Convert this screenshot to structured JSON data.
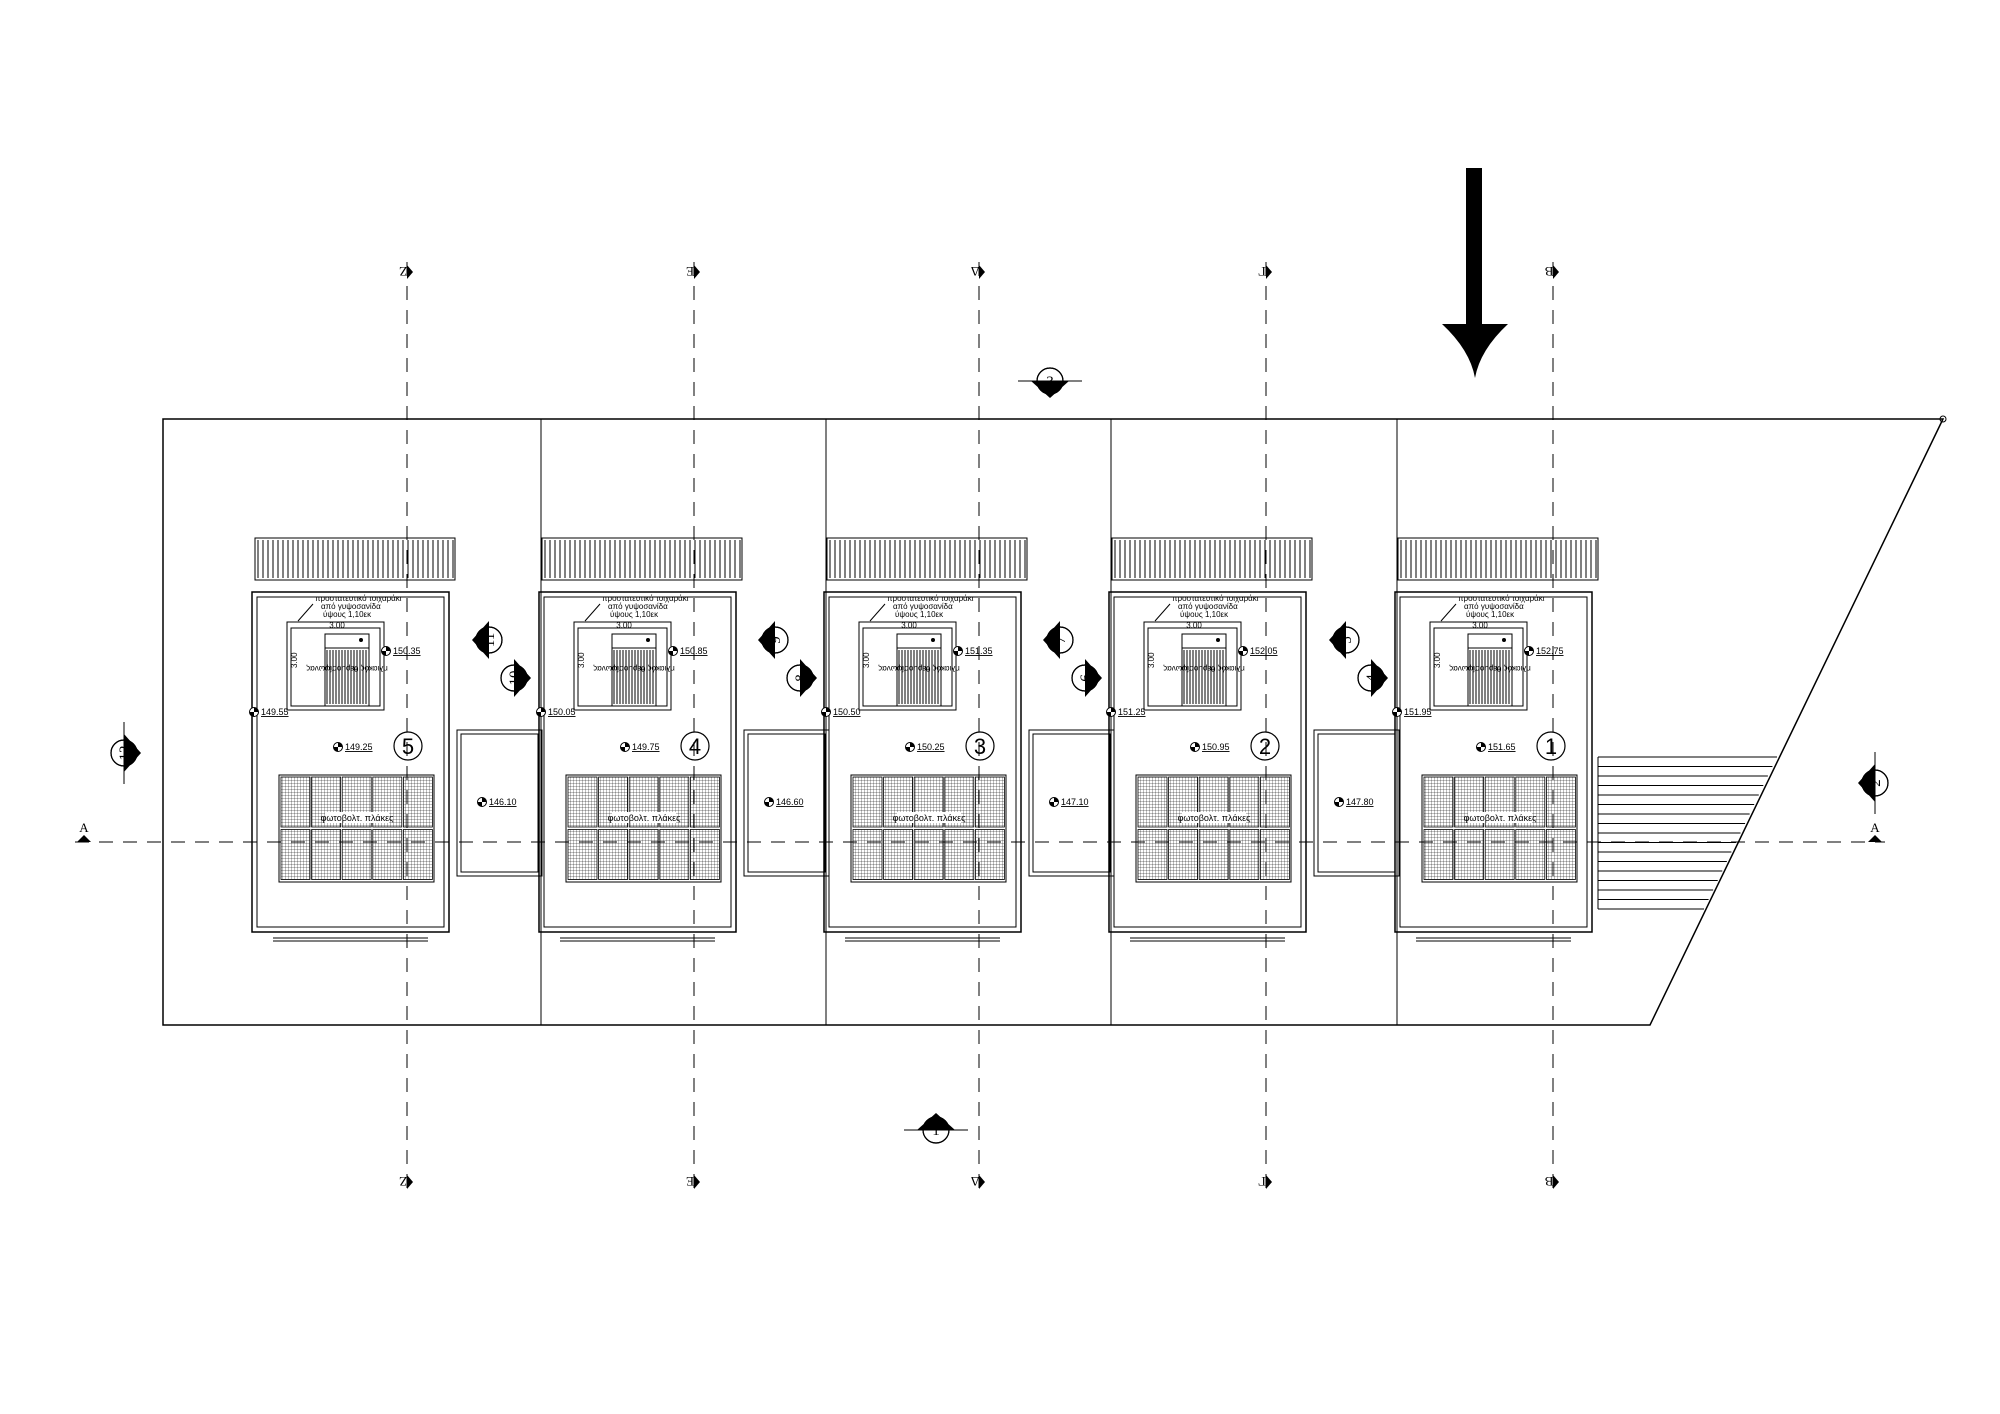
{
  "north_arrow_icon": "down-arrow-icon",
  "section_marker_icon": "section-cut-marker-icon",
  "level_marker_icon": "level-datum-icon",
  "grid_axes": [
    "Ζ",
    "Ε",
    "Δ",
    "Γ",
    "Β"
  ],
  "long_axis": "Α",
  "units": [
    {
      "number": "5",
      "roof_level": "150.35",
      "edge_level": "149.55",
      "floor_level": "149.25",
      "gap_level": "146.10"
    },
    {
      "number": "4",
      "roof_level": "150.85",
      "edge_level": "150.05",
      "floor_level": "149.75",
      "gap_level": "146.60"
    },
    {
      "number": "3",
      "roof_level": "151.35",
      "edge_level": "150.50",
      "floor_level": "150.25",
      "gap_level": "147.10"
    },
    {
      "number": "2",
      "roof_level": "152.05",
      "edge_level": "151.25",
      "floor_level": "150.95",
      "gap_level": "147.80"
    },
    {
      "number": "1",
      "roof_level": "152.75",
      "edge_level": "151.95",
      "floor_level": "151.65",
      "gap_level": ""
    }
  ],
  "labels": {
    "wall_note_l1": "προστατευτικό τοιχαράκι",
    "wall_note_l2": "από γυψοσανίδα",
    "wall_note_l3": "ύψους 1,10εκ",
    "dim_h": "3.00",
    "dim_v": "3.00",
    "solar_heater": "ηλιακός θερμοσίφωνας",
    "pv_panels": "φωτοβολτ. πλάκες"
  },
  "section_markers": {
    "top": "3",
    "bottom": "1",
    "left": "12",
    "right": "2",
    "between": [
      [
        "11",
        "10"
      ],
      [
        "9",
        "8"
      ],
      [
        "7",
        "6"
      ],
      [
        "5",
        "4"
      ]
    ]
  }
}
